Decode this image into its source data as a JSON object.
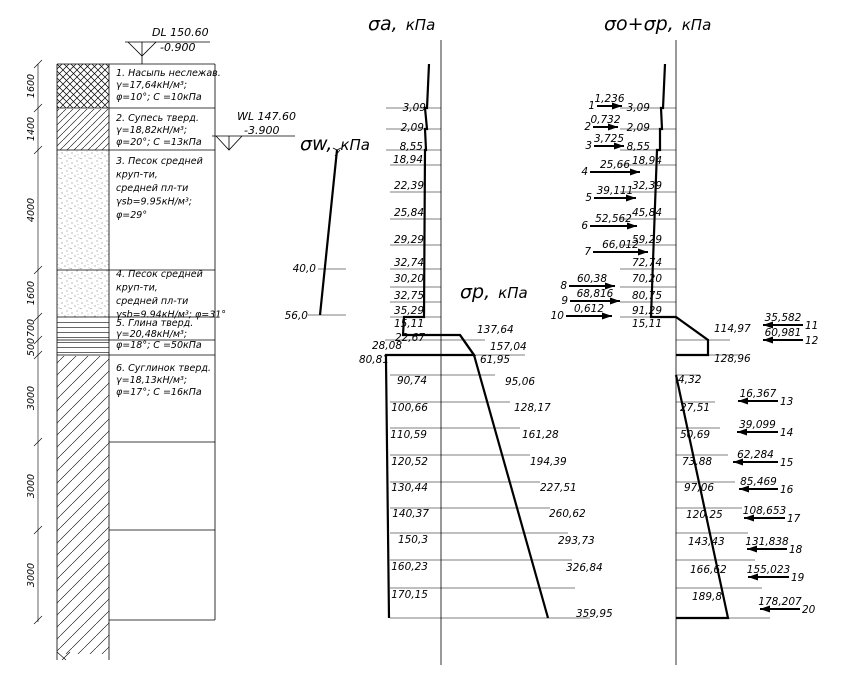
{
  "elevations": {
    "dl_label": "DL 150.60",
    "dl_mark": "-0.900",
    "wl_label": "WL 147.60",
    "wl_mark": "-3.900"
  },
  "layer_thicknesses": [
    "1600",
    "1400",
    "4000",
    "1600",
    "700",
    "500",
    "3000",
    "3000",
    "3000"
  ],
  "layers": [
    {
      "lines": [
        "1. Насыпь неслежав.",
        "γ=17,64кН/м³;",
        "φ=10°; C =10кПа"
      ]
    },
    {
      "lines": [
        "2. Супесь тверд.",
        "γ=18,82кН/м³;",
        "φ=20°; C =13кПа"
      ]
    },
    {
      "lines": [
        "3. Песок средней",
        "круп-ти,",
        "средней пл-ти",
        "γsb=9.95кН/м³;",
        "φ=29°"
      ]
    },
    {
      "lines": [
        "4. Песок средней",
        "круп-ти,",
        "средней пл-ти",
        "γsb=9.94кН/м³; φ=31°"
      ]
    },
    {
      "lines": [
        "5. Глина тверд.",
        "γ=20,48кН/м³;",
        "φ=18°; C =50кПа"
      ]
    },
    {
      "lines": [
        "6. Суглинок тверд.",
        "γ=18,13кН/м³;",
        "φ=17°; C =16кПа"
      ]
    }
  ],
  "headers": {
    "sigma_a": {
      "sym": "σa,",
      "unit": "кПа"
    },
    "sigma_w": {
      "sym": "σw,",
      "unit": "кПа"
    },
    "sigma_p": {
      "sym": "σp,",
      "unit": "кПа"
    },
    "sigma_sum": {
      "sym": "σo+σp,",
      "unit": "кПа"
    }
  },
  "sigma_w_values": [
    "40,0",
    "56,0"
  ],
  "sigma_a_values": [
    "3,09",
    "2,09",
    "8,55",
    "18,94",
    "22,39",
    "25,84",
    "29,29",
    "32,74",
    "30,20",
    "32,75",
    "35,29",
    "15,11",
    "22,67",
    "28,08",
    "80,81",
    "90,74",
    "100,66",
    "110,59",
    "120,52",
    "130,44",
    "140,37",
    "150,3",
    "160,23",
    "170,15"
  ],
  "sigma_p_values": [
    "137,64",
    "157,04",
    "61,95",
    "95,06",
    "128,17",
    "161,28",
    "194,39",
    "227,51",
    "260,62",
    "293,73",
    "326,84",
    "359,95"
  ],
  "sum_values": [
    "3,09",
    "2,09",
    "8,55",
    "18,94",
    "32,39",
    "45,84",
    "59,29",
    "72,74",
    "70,20",
    "80,75",
    "91,29",
    "15,11",
    "114,97",
    "128,96",
    "4,32",
    "27,51",
    "50,69",
    "73,88",
    "97,06",
    "120,25",
    "143,43",
    "166,62",
    "189,8"
  ],
  "forces": [
    {
      "n": "1",
      "val": "1,236"
    },
    {
      "n": "2",
      "val": "0,732"
    },
    {
      "n": "3",
      "val": "3,725"
    },
    {
      "n": "4",
      "val": "25,66"
    },
    {
      "n": "5",
      "val": "39,111"
    },
    {
      "n": "6",
      "val": "52,562"
    },
    {
      "n": "7",
      "val": "66,012"
    },
    {
      "n": "8",
      "val": "60,38"
    },
    {
      "n": "9",
      "val": "68,816"
    },
    {
      "n": "10",
      "val": "0,612"
    },
    {
      "n": "11",
      "val": "35,582"
    },
    {
      "n": "12",
      "val": "60,981"
    },
    {
      "n": "13",
      "val": "16,367"
    },
    {
      "n": "14",
      "val": "39,099"
    },
    {
      "n": "15",
      "val": "62,284"
    },
    {
      "n": "16",
      "val": "85,469"
    },
    {
      "n": "17",
      "val": "108,653"
    },
    {
      "n": "18",
      "val": "131,838"
    },
    {
      "n": "19",
      "val": "155,023"
    },
    {
      "n": "20",
      "val": "178,207"
    }
  ]
}
